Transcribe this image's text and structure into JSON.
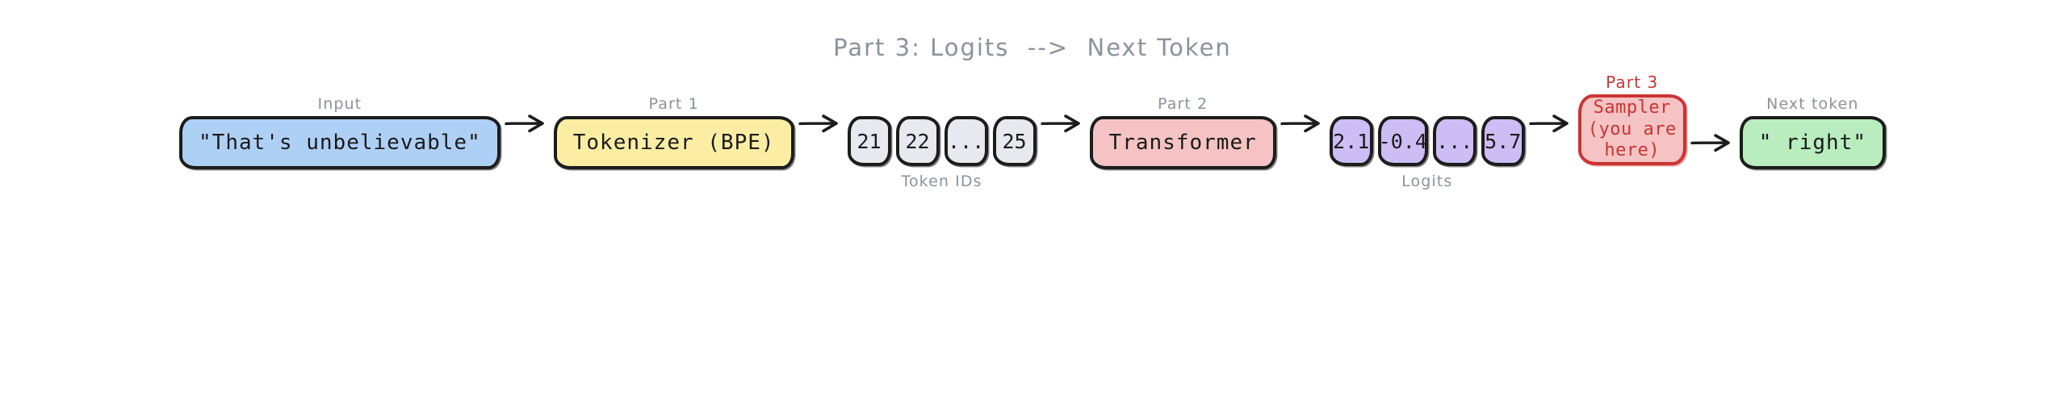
{
  "title": "Part 3: Logits  -->  Next Token",
  "colors": {
    "label_gray": "#8a929c",
    "accent_red": "#cc3333",
    "input_fill": "#aed0f5",
    "tokenizer_fill": "#fbeda3",
    "cell_fill": "#e6e9ed",
    "transformer_fill": "#f5c3c3",
    "logit_fill": "#cdbdf5",
    "next_token_fill": "#b9ecbe",
    "stroke": "#1c1c1c"
  },
  "flow": {
    "input": {
      "top_label": "Input",
      "text": "\"That's unbelievable\""
    },
    "tokenizer": {
      "top_label": "Part 1",
      "text": "Tokenizer (BPE)"
    },
    "token_ids": {
      "bottom_label": "Token IDs",
      "cells": [
        "21",
        "22",
        "...",
        "25"
      ]
    },
    "transformer": {
      "top_label": "Part 2",
      "text": "Transformer"
    },
    "logits": {
      "bottom_label": "Logits",
      "cells": [
        "2.1",
        "-0.4",
        "...",
        "5.7"
      ]
    },
    "sampler": {
      "top_label": "Part 3",
      "line1": "Sampler",
      "line2": "(you are",
      "line3": "here)"
    },
    "next_token": {
      "top_label": "Next token",
      "text": "\" right\""
    }
  },
  "arrow_icon": "arrow-right-icon"
}
